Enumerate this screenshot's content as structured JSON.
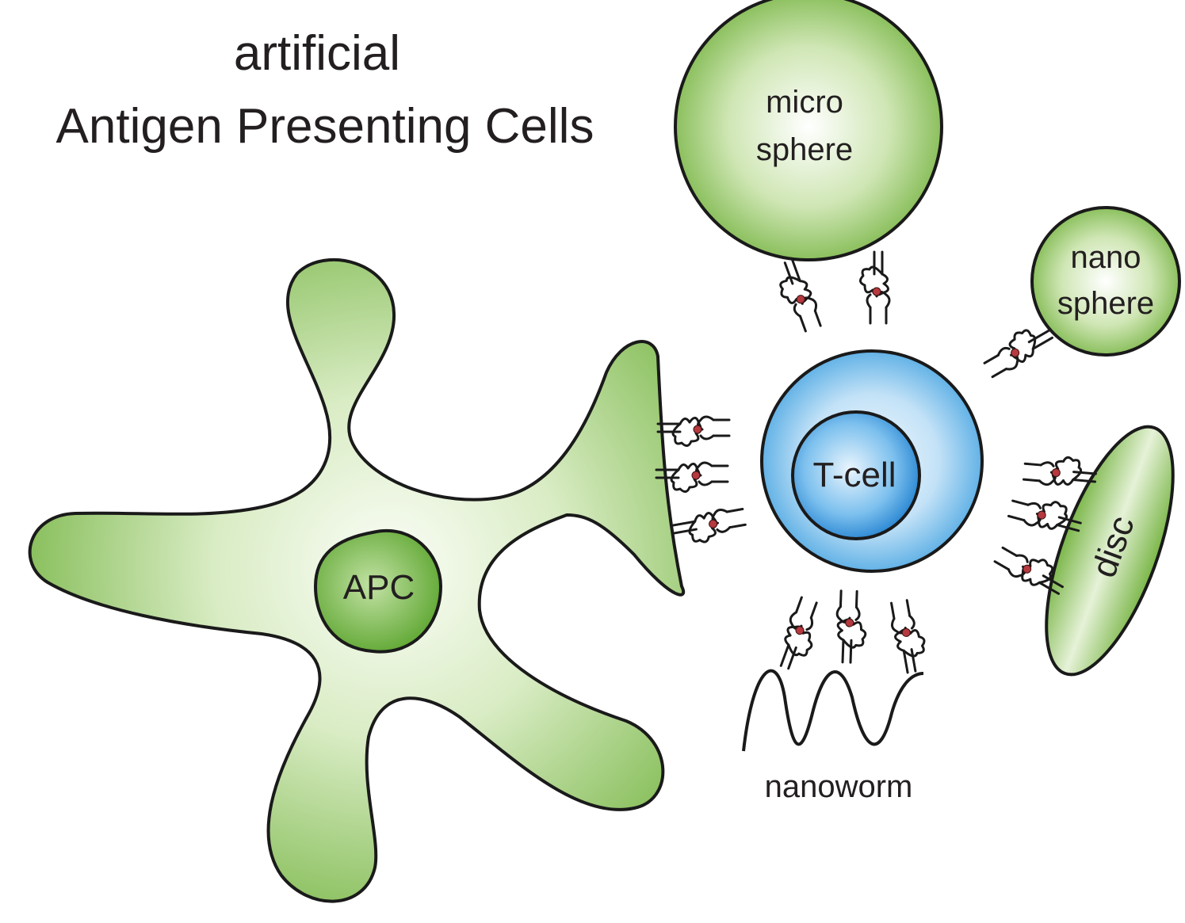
{
  "title": {
    "line1": "artificial",
    "line2": "Antigen Presenting Cells"
  },
  "labels": {
    "apc": "APC",
    "tcell": "T-cell",
    "microsphere_line1": "micro",
    "microsphere_line2": "sphere",
    "nanosphere_line1": "nano",
    "nanosphere_line2": "sphere",
    "disc": "disc",
    "nanoworm": "nanoworm"
  },
  "colors": {
    "green_dark": "#7ab648",
    "green_light": "#eef6e4",
    "blue_dark": "#2f8fd6",
    "blue_light": "#e6f3fc",
    "peptide": "#b5393f"
  }
}
